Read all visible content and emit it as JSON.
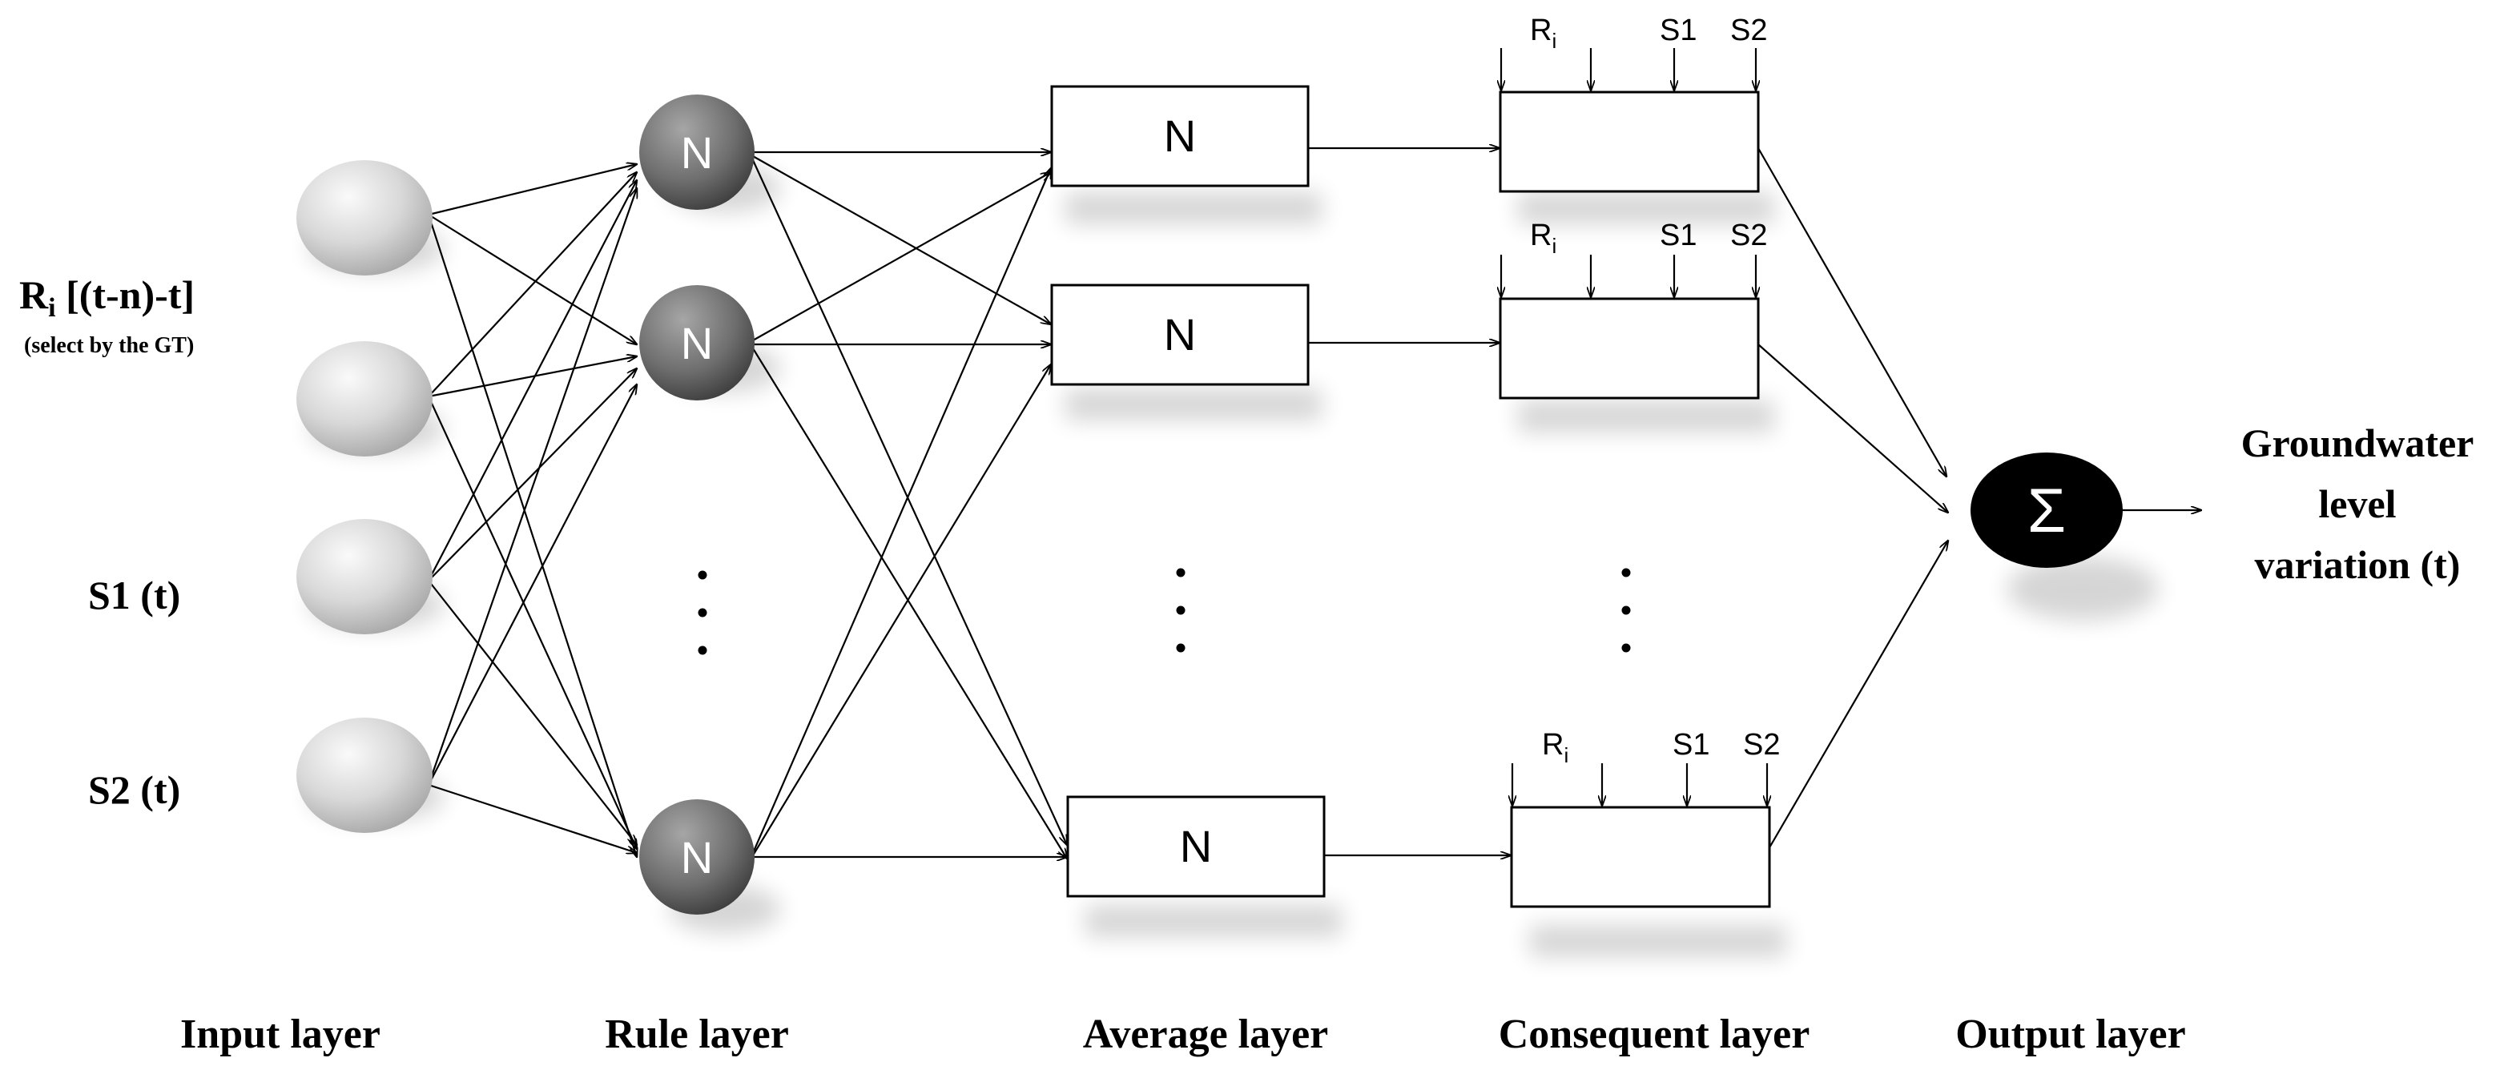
{
  "input_labels": {
    "ri_main": "R",
    "ri_sub": "i",
    "ri_rest": " [(t-n)-t]",
    "ri_note": "(select by the GT)",
    "s1": "S1 (t)",
    "s2": "S2 (t)"
  },
  "node_label": "N",
  "box_label": "N",
  "consequent_inputs": {
    "r_main": "R",
    "r_sub": "i",
    "s1": "S1",
    "s2": "S2"
  },
  "ellipsis": "⋮",
  "sum_symbol": "Σ",
  "output_label": [
    "Groundwater",
    "level",
    "variation (t)"
  ],
  "layer_labels": {
    "input": "Input layer",
    "rule": "Rule layer",
    "average": "Average layer",
    "consequent": "Consequent layer",
    "output": "Output layer"
  },
  "colors": {
    "node_light": "#e6e6e6",
    "node_dark": "#5a5a5a",
    "sum_fill": "#000000",
    "line": "#000000"
  }
}
